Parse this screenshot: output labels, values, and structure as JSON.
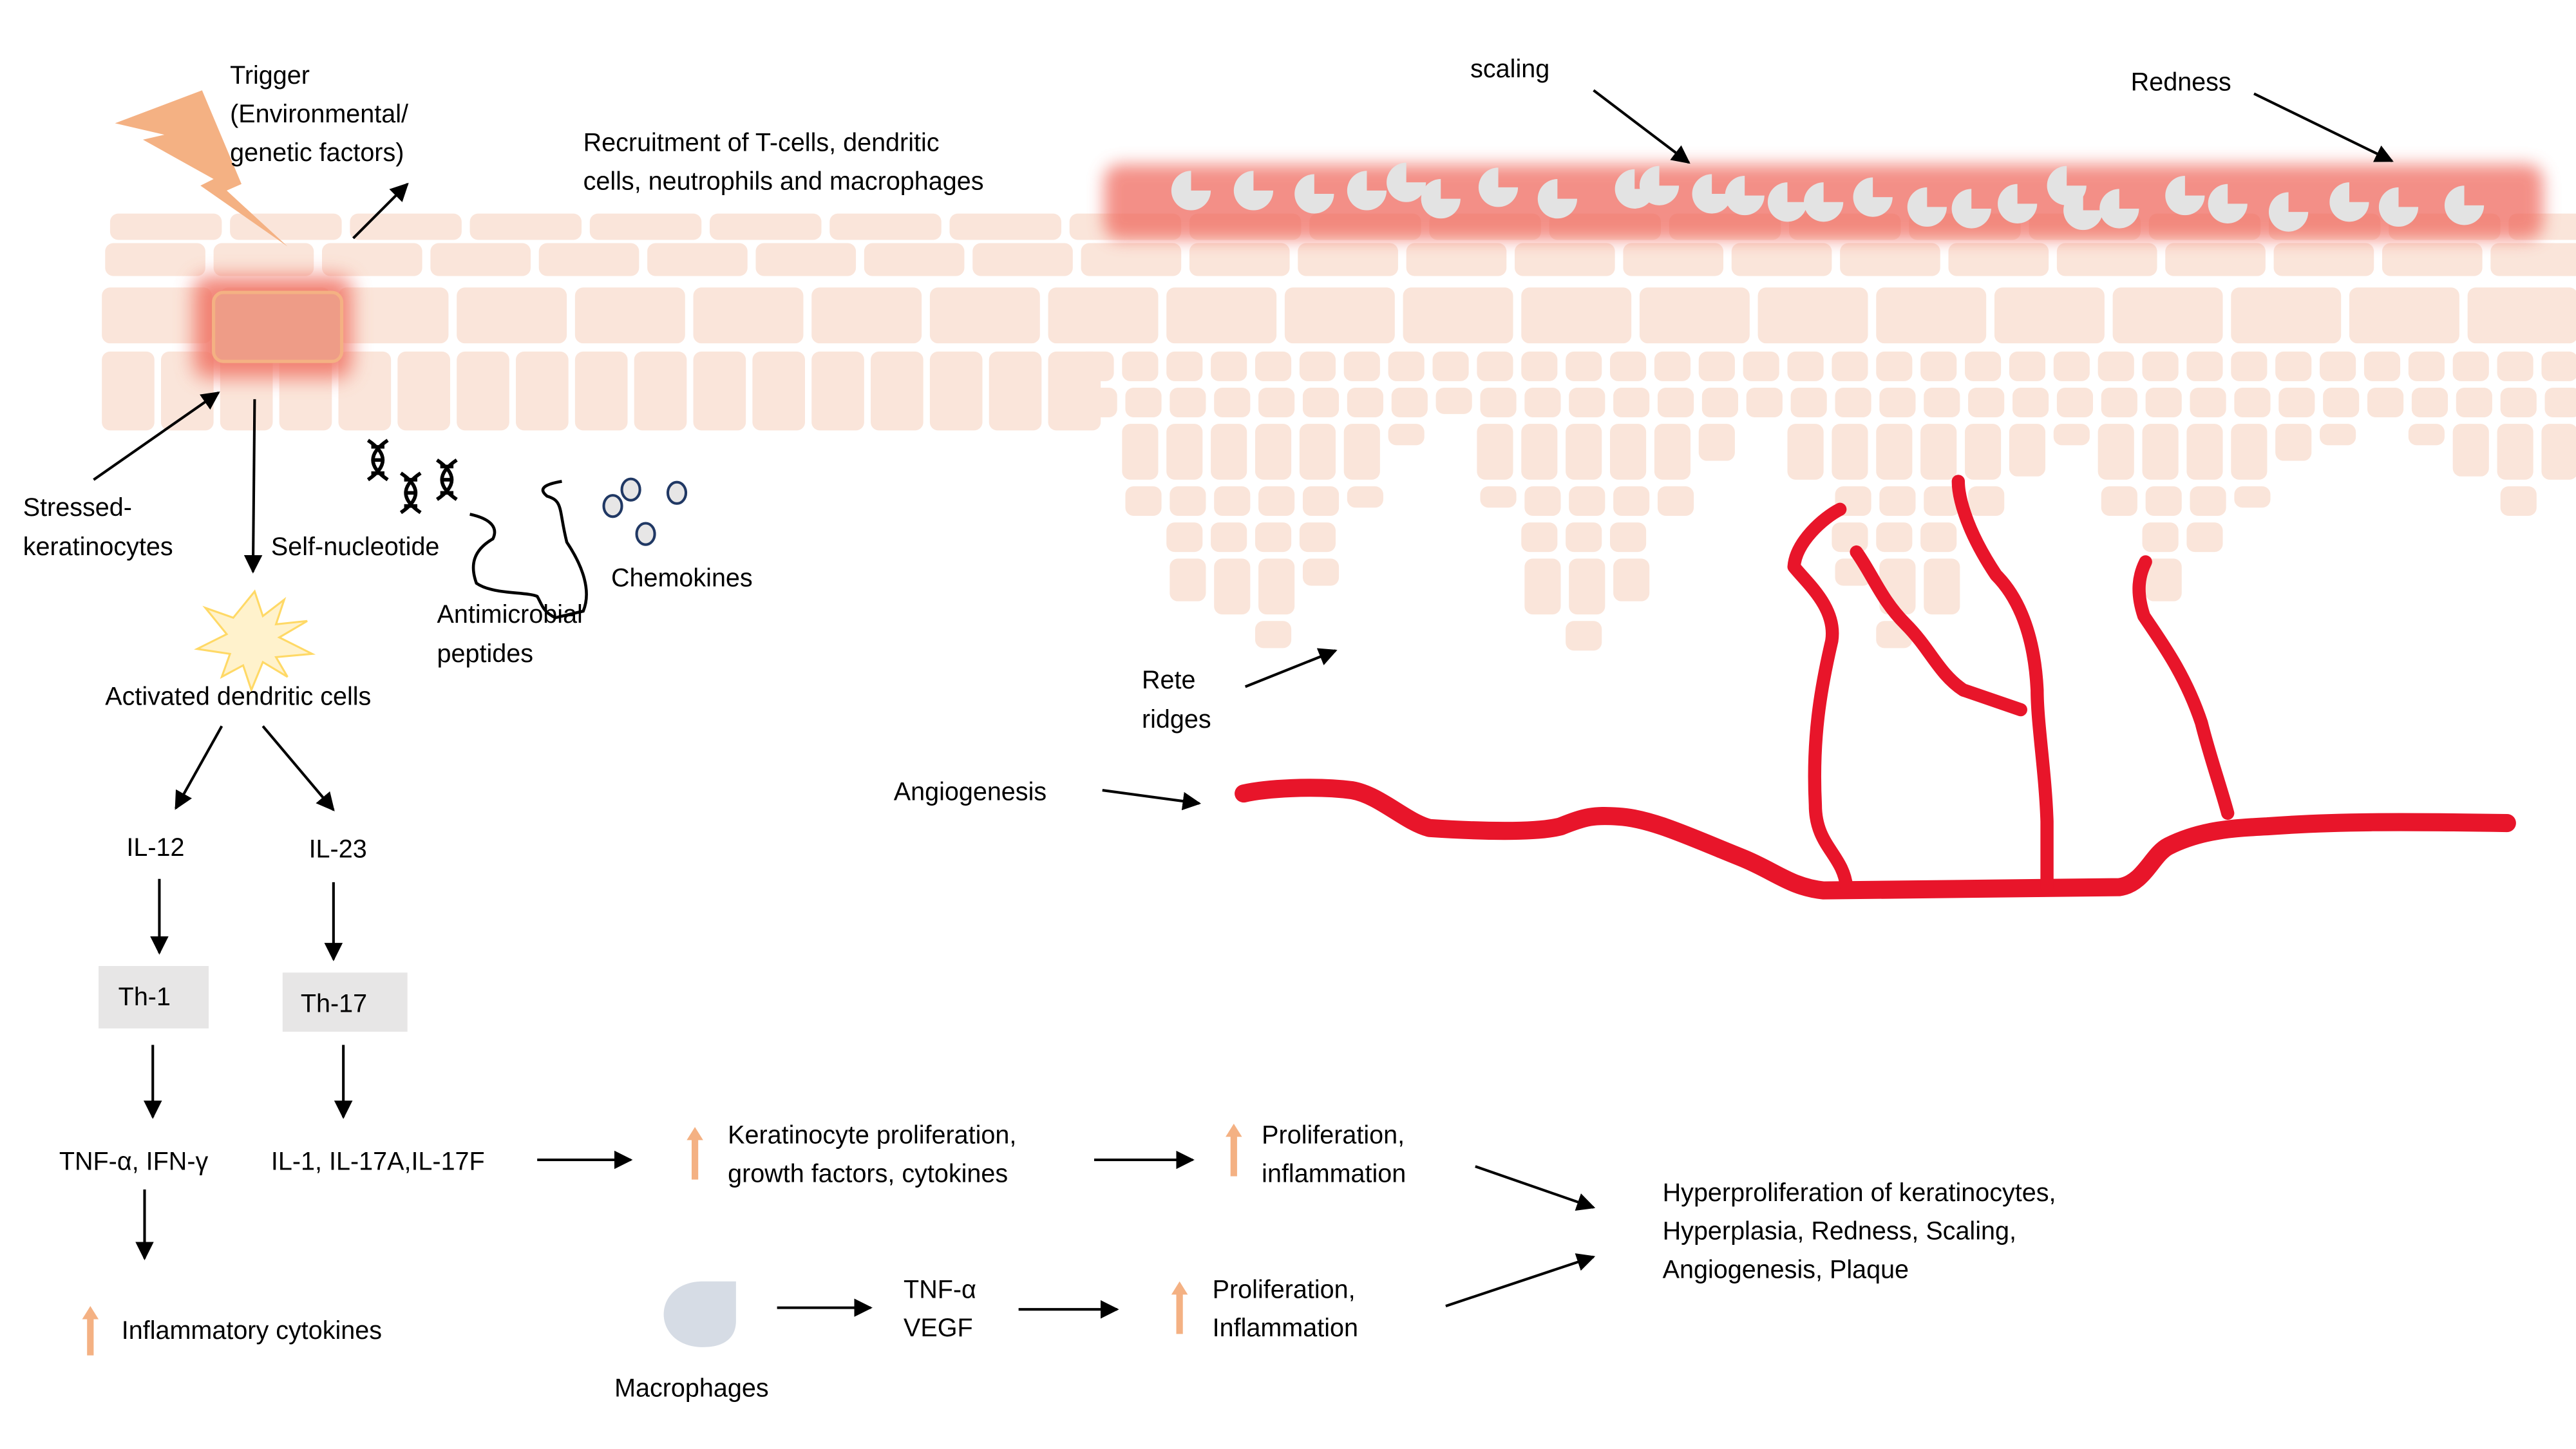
{
  "diagram": {
    "title_topic": "Psoriasis pathogenesis",
    "colors": {
      "cell": "#FAE5DA",
      "inflamed": "#F08070",
      "vessel": "#E8152A",
      "trigger": "#F4B183",
      "dendritic": "#FFF2CC",
      "box": "#E7E6E6",
      "macrophage": "#D6DCE5",
      "chemokine_fill": "#E7E6E6",
      "chemokine_stroke": "#203864",
      "scale": "#E3E3E3"
    },
    "labels": {
      "trigger": [
        "Trigger",
        "(Environmental/",
        "genetic factors)"
      ],
      "recruitment": [
        "Recruitment of T-cells, dendritic",
        "cells, neutrophils and macrophages"
      ],
      "scaling": "scaling",
      "redness": "Redness",
      "stressed": [
        "Stressed-",
        "keratinocytes"
      ],
      "self_nucleotide": "Self-nucleotide",
      "antimicrobial": [
        "Antimicrobial",
        "peptides"
      ],
      "chemokines": "Chemokines",
      "activated_dc": "Activated dendritic cells",
      "rete_ridges": [
        "Rete",
        "ridges"
      ],
      "angiogenesis": "Angiogenesis",
      "il12": "IL-12",
      "il23": "IL-23",
      "th1": "Th-1",
      "th17": "Th-17",
      "tnf_ifn": "TNF-α, IFN-γ",
      "il_group": "IL-1, IL-17A,IL-17F",
      "inflammatory_cytokines": "Inflammatory cytokines",
      "keratinocyte_prolif": [
        "Keratinocyte proliferation,",
        "growth factors, cytokines"
      ],
      "prolif_inflam_1": [
        "Proliferation,",
        "inflammation"
      ],
      "macrophages": "Macrophages",
      "tnf_vegf": [
        "TNF-α",
        "VEGF"
      ],
      "prolif_inflam_2": [
        "Proliferation,",
        "Inflammation"
      ],
      "outcome": [
        "Hyperproliferation of keratinocytes,",
        "Hyperplasia, Redness, Scaling,",
        "Angiogenesis, Plaque"
      ]
    },
    "icons": {
      "trigger": "lightning-bolt-icon",
      "dendritic": "starburst-icon",
      "nucleotide": "dna-icon",
      "peptide": "squiggle-peptide-icon",
      "chemokine": "circle-icon",
      "macrophage": "macrophage-cell-icon",
      "increase": "up-arrow-icon",
      "scale": "scale-flake-icon"
    }
  }
}
